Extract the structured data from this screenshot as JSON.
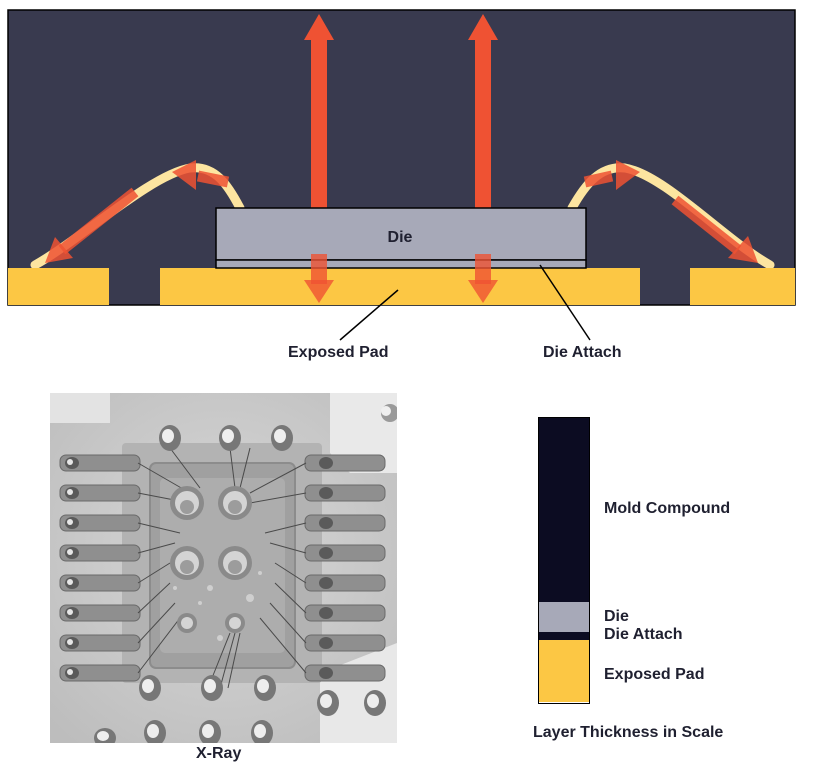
{
  "cross_section": {
    "die_label": "Die",
    "exposed_pad_label": "Exposed Pad",
    "die_attach_label": "Die Attach",
    "colors": {
      "mold": "#393a4f",
      "pad": "#fcc744",
      "die": "#a7a9b8",
      "arrow": "#ef5233",
      "wire": "#fde5a0"
    }
  },
  "xray": {
    "caption": "X-Ray"
  },
  "layer_scale": {
    "title": "Layer Thickness in Scale",
    "layers": [
      {
        "name": "Mold Compound",
        "color": "#0c0c22"
      },
      {
        "name": "Die",
        "color": "#a7a9b8"
      },
      {
        "name": "Die Attach",
        "color": "#0c0c22"
      },
      {
        "name": "Exposed Pad",
        "color": "#fcc744"
      }
    ]
  }
}
